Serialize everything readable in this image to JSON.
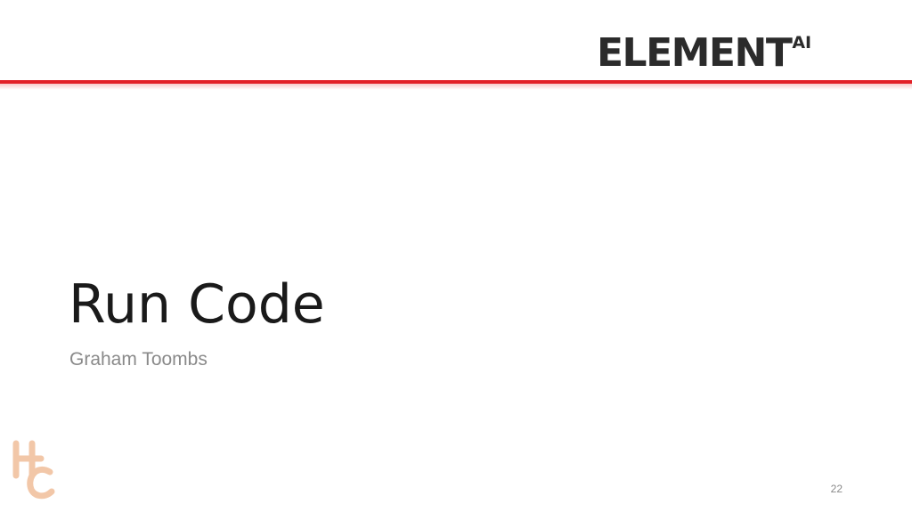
{
  "brand": {
    "name": "ELEMENT",
    "superscript": "AI"
  },
  "slide": {
    "title": "Run Code",
    "subtitle": "Graham Toombs",
    "number": "22"
  },
  "watermark": {
    "letters": "HC",
    "color": "#f2c7a8"
  },
  "colors": {
    "accent_rule": "#e21f26",
    "title": "#1a1a1a",
    "subtitle": "#8a8a8a",
    "brand": "#2b2b2b"
  }
}
